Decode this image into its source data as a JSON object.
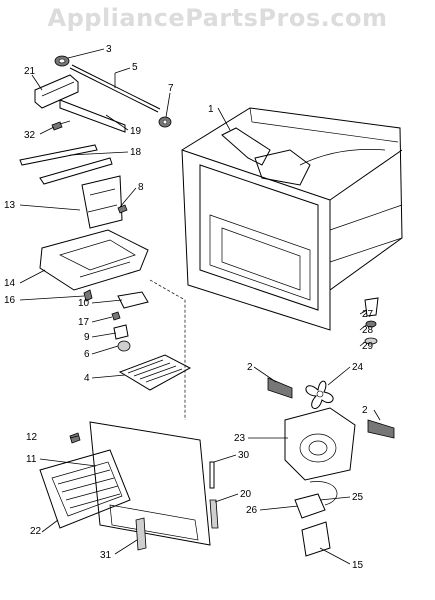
{
  "watermark": "AppliancePartsPros.com",
  "callouts": [
    "1",
    "2",
    "2",
    "3",
    "4",
    "5",
    "6",
    "7",
    "8",
    "9",
    "10",
    "11",
    "12",
    "13",
    "14",
    "15",
    "16",
    "17",
    "18",
    "19",
    "20",
    "21",
    "22",
    "23",
    "24",
    "25",
    "26",
    "27",
    "28",
    "29",
    "30",
    "31",
    "32"
  ]
}
